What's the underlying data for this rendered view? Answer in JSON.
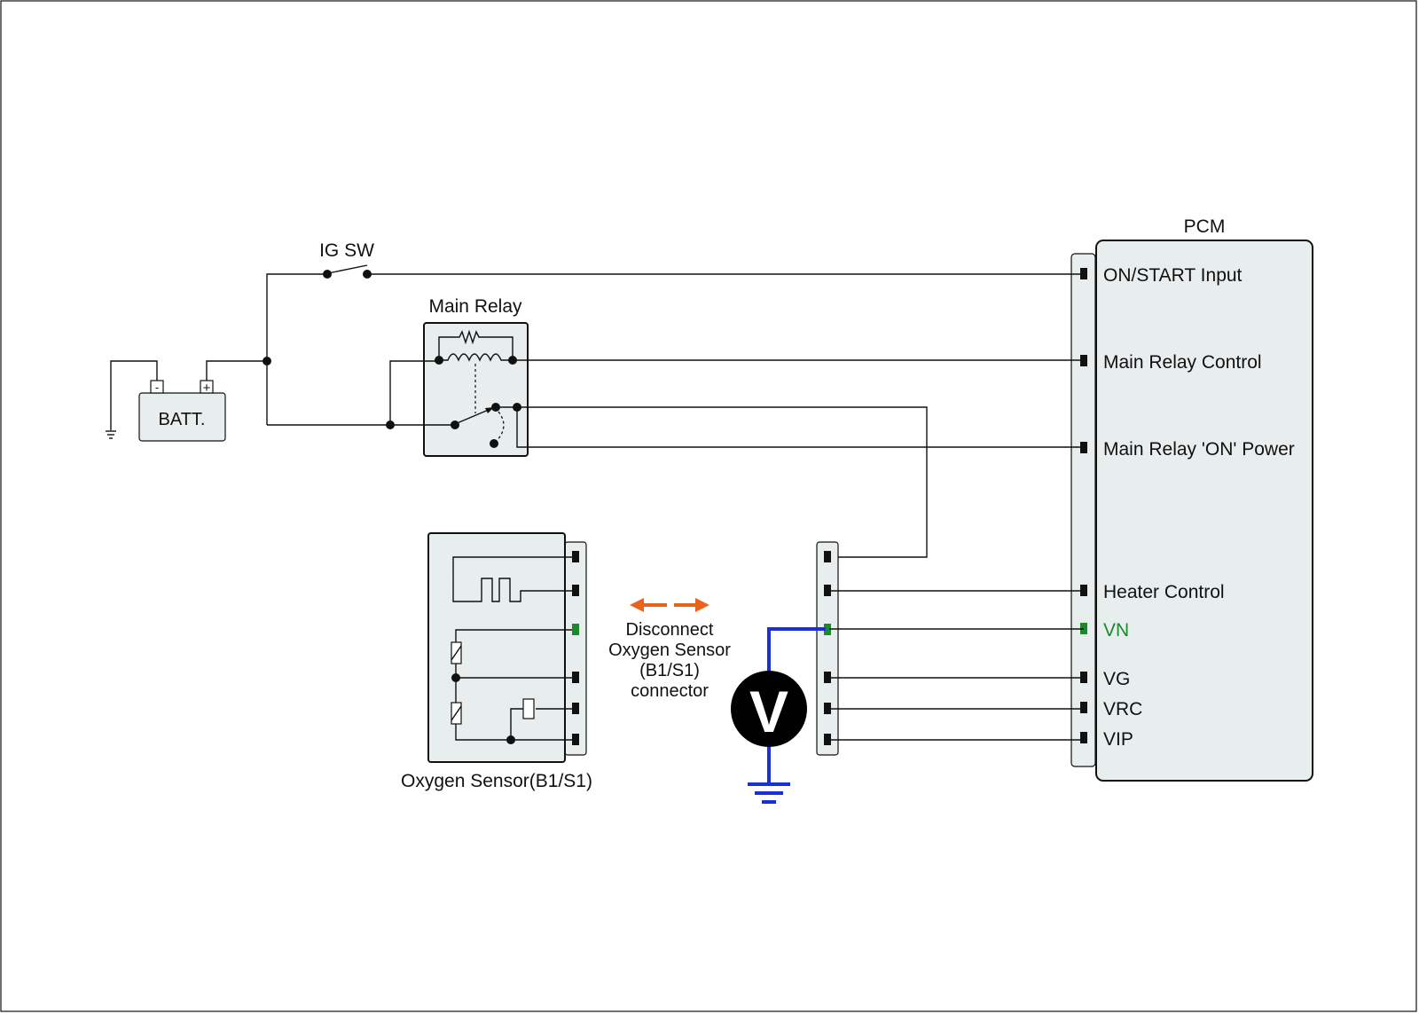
{
  "pcm": {
    "title": "PCM",
    "pins": [
      {
        "label": "ON/START Input",
        "highlight": false
      },
      {
        "label": "Main Relay Control",
        "highlight": false
      },
      {
        "label": "Main Relay 'ON' Power",
        "highlight": false
      },
      {
        "label": "Heater Control",
        "highlight": false
      },
      {
        "label": "VN",
        "highlight": true
      },
      {
        "label": "VG",
        "highlight": false
      },
      {
        "label": "VRC",
        "highlight": false
      },
      {
        "label": "VIP",
        "highlight": false
      }
    ]
  },
  "ig_switch": {
    "label": "IG SW"
  },
  "main_relay": {
    "label": "Main Relay"
  },
  "battery": {
    "label": "BATT.",
    "minus": "-",
    "plus": "+"
  },
  "oxygen_sensor": {
    "label": "Oxygen Sensor(B1/S1)"
  },
  "instruction": {
    "lines": [
      "Disconnect",
      "Oxygen Sensor",
      "(B1/S1)",
      "connector"
    ]
  },
  "voltmeter": {
    "symbol": "V"
  },
  "colors": {
    "highlight": "#1a8a2a",
    "measure_wire": "#1a2fd6",
    "arrow": "#e8641e",
    "panel": "#e8eded"
  }
}
